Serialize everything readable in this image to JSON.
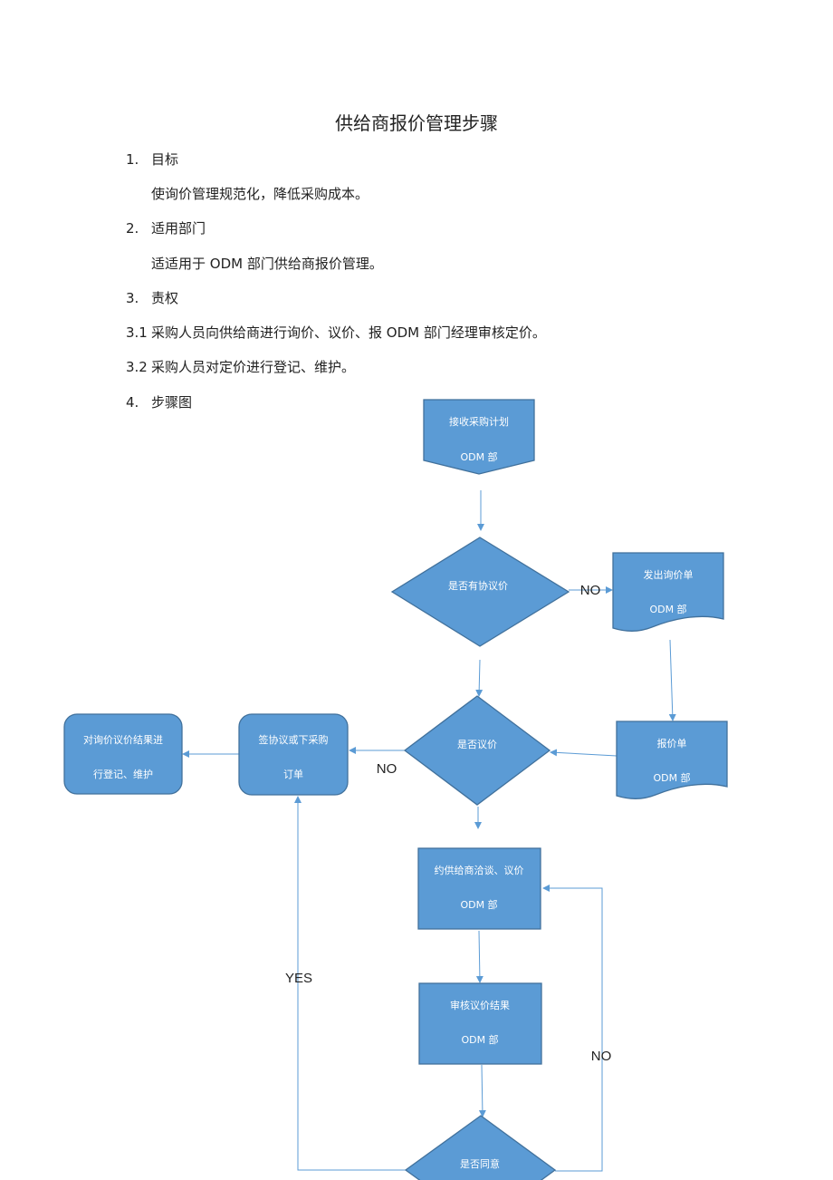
{
  "document": {
    "title": "供给商报价管理步骤",
    "sections": [
      {
        "num": "1.",
        "heading": "目标"
      },
      {
        "body": "使询价管理规范化，降低采购成本。"
      },
      {
        "num": "2.",
        "heading": "适用部门"
      },
      {
        "body": "适适用于 ODM 部门供给商报价管理。"
      },
      {
        "num": "3.",
        "heading": "责权"
      },
      {
        "num": "3.1",
        "heading": "采购人员向供给商进行询价、议价、报 ODM 部门经理审核定价。"
      },
      {
        "num": "3.2",
        "heading": "采购人员对定价进行登记、维护。"
      },
      {
        "num": "4.",
        "heading": "步骤图"
      }
    ]
  },
  "flowchart": {
    "colors": {
      "fill": "#5b9bd5",
      "stroke": "#41719c"
    },
    "nodes": {
      "receive_plan": {
        "line1": "接收采购计划",
        "line2": "ODM 部"
      },
      "has_agreement_price": {
        "line1": "是否有协议价"
      },
      "send_inquiry": {
        "line1": "发出询价单",
        "line2": "ODM 部"
      },
      "quotation": {
        "line1": "报价单",
        "line2": "ODM 部"
      },
      "negotiate_decision": {
        "line1": "是否议价"
      },
      "sign_agreement": {
        "line1": "签协议或下采购",
        "line2": "订单"
      },
      "register": {
        "line1": "对询价议价结果进",
        "line2": "行登记、维护"
      },
      "negotiate_supplier": {
        "line1": "约供给商洽谈、议价",
        "line2": "ODM 部"
      },
      "review_result": {
        "line1": "审核议价结果",
        "line2": "ODM 部"
      },
      "agree_decision": {
        "line1": "是否同意"
      }
    },
    "labels": {
      "no1": "NO",
      "no2": "NO",
      "yes": "YES",
      "no3": "NO"
    }
  }
}
